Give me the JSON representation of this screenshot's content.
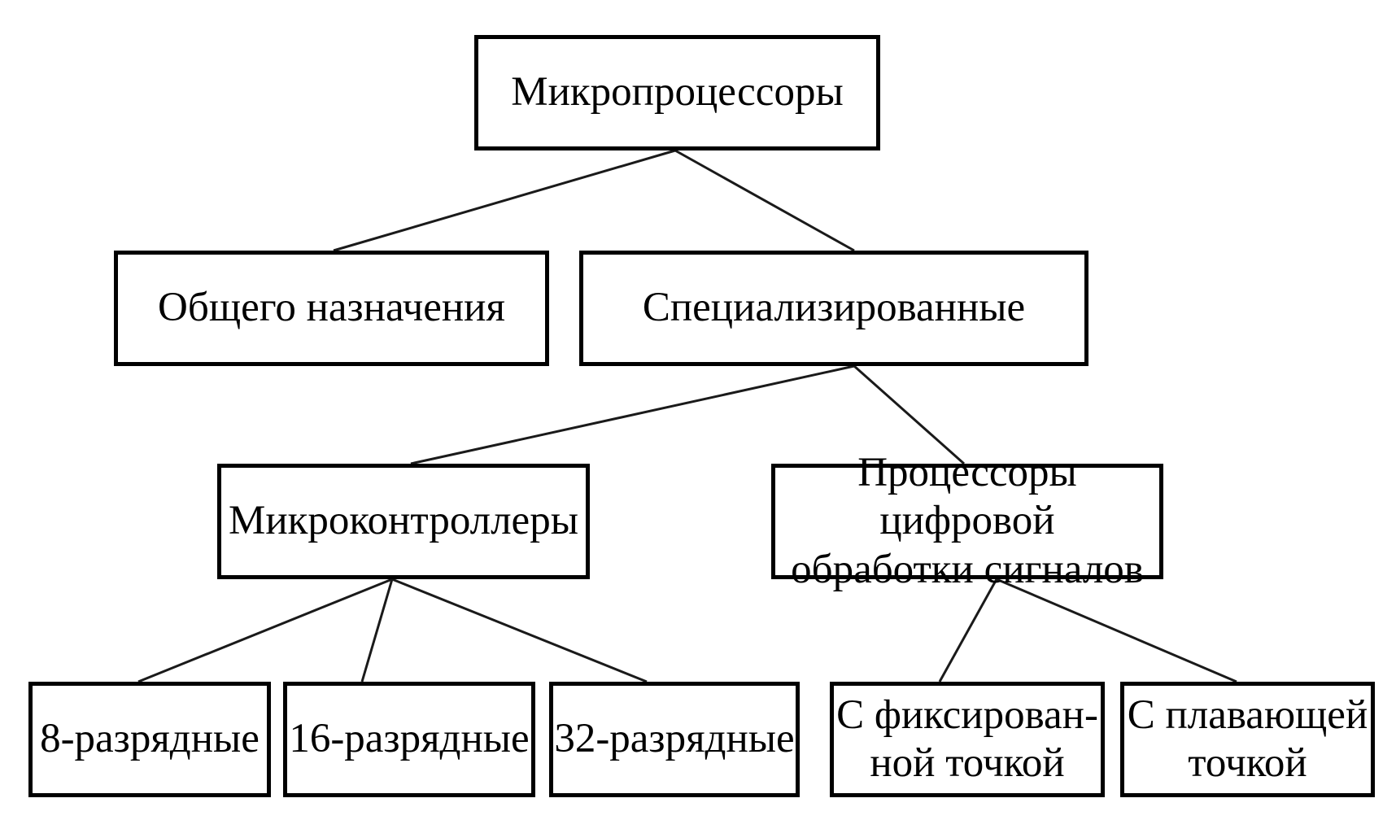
{
  "diagram": {
    "type": "tree",
    "language": "ru",
    "background_color": "#ffffff",
    "box_border_color": "#000000",
    "line_color": "#1a1a1a",
    "text_color": "#000000",
    "nodes": {
      "root": {
        "label": "Микропроцессоры"
      },
      "general_purpose": {
        "label": "Общего назначения"
      },
      "specialized": {
        "label": "Специализированные"
      },
      "microcontrollers": {
        "label": "Микроконтроллеры"
      },
      "dsp": {
        "label": "Процессоры цифровой\nобработки сигналов"
      },
      "bit8": {
        "label": "8-разрядные"
      },
      "bit16": {
        "label": "16-разрядные"
      },
      "bit32": {
        "label": "32-разрядные"
      },
      "fixed_point": {
        "label": "С фиксирован-\nной точкой"
      },
      "floating_point": {
        "label": "С плавающей\nточкой"
      }
    },
    "edges": [
      {
        "from": "root",
        "to": "general_purpose"
      },
      {
        "from": "root",
        "to": "specialized"
      },
      {
        "from": "specialized",
        "to": "microcontrollers"
      },
      {
        "from": "specialized",
        "to": "dsp"
      },
      {
        "from": "microcontrollers",
        "to": "bit8"
      },
      {
        "from": "microcontrollers",
        "to": "bit16"
      },
      {
        "from": "microcontrollers",
        "to": "bit32"
      },
      {
        "from": "dsp",
        "to": "fixed_point"
      },
      {
        "from": "dsp",
        "to": "floating_point"
      }
    ]
  }
}
